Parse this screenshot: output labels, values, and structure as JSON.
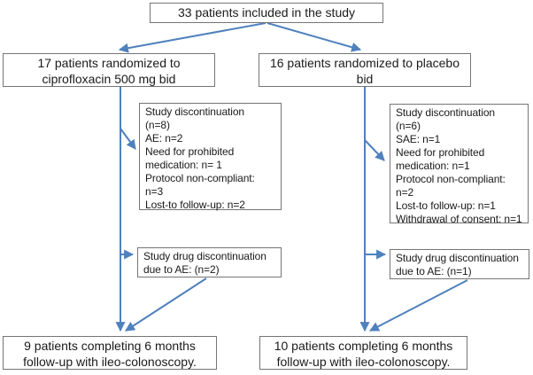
{
  "diagram": {
    "type": "patient-flow-chart",
    "colors": {
      "arrow": "#4f81bd",
      "box_border": "#757575",
      "text": "#1a1a1a",
      "background": "#ffffff"
    },
    "nodes": {
      "included": {
        "text": "33 patients included in the study"
      },
      "cipro_arm": {
        "text": "17 patients randomized to\nciprofloxacin 500 mg bid"
      },
      "placebo_arm": {
        "text": "16 patients randomized to placebo\nbid"
      },
      "cipro_discontinuation": {
        "text": "Study discontinuation\n(n=8)\nAE: n=2\nNeed for prohibited\nmedication: n= 1\nProtocol non-compliant:\nn=3\nLost-to follow-up: n=2"
      },
      "placebo_discontinuation": {
        "text": "Study discontinuation\n(n=6)\nSAE: n=1\nNeed for prohibited\nmedication: n=1\nProtocol non-compliant:\nn=2\nLost-to follow-up: n=1\nWithdrawal of consent: n=1"
      },
      "cipro_drug_discontinuation": {
        "text": "Study drug discontinuation\ndue to AE: (n=2)"
      },
      "placebo_drug_discontinuation": {
        "text": "Study drug discontinuation\ndue to AE: (n=1)"
      },
      "cipro_completers": {
        "text": "9 patients completing 6 months\nfollow-up with ileo-colonoscopy."
      },
      "placebo_completers": {
        "text": "10 patients completing 6 months\nfollow-up with ileo-colonoscopy."
      }
    }
  }
}
